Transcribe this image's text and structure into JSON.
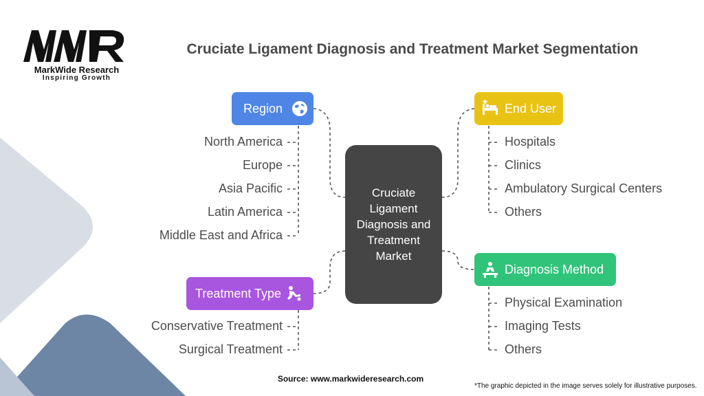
{
  "logo": {
    "mark": "MWR",
    "name": "MarkWide Research",
    "tagline": "Inspiring Growth"
  },
  "title": "Cruciate Ligament Diagnosis and Treatment Market Segmentation",
  "center": {
    "label": "Cruciate Ligament Diagnosis and Treatment Market"
  },
  "segments": {
    "region": {
      "label": "Region",
      "icon": "globe-icon",
      "color": "#4f86e6",
      "items": [
        "North America",
        "Europe",
        "Asia Pacific",
        "Latin America",
        "Middle East and Africa"
      ]
    },
    "end_user": {
      "label": "End User",
      "icon": "hospital-bed-icon",
      "color": "#e8c313",
      "items": [
        "Hospitals",
        "Clinics",
        "Ambulatory Surgical Centers",
        "Others"
      ]
    },
    "treatment_type": {
      "label": "Treatment Type",
      "icon": "injury-icon",
      "color": "#a855e0",
      "items": [
        "Conservative Treatment",
        "Surgical Treatment"
      ]
    },
    "diagnosis_method": {
      "label": "Diagnosis Method",
      "icon": "examination-icon",
      "color": "#30c47a",
      "items": [
        "Physical Examination",
        "Imaging Tests",
        "Others"
      ]
    }
  },
  "source": "Source: www.markwideresearch.com",
  "disclaimer": "*The graphic depicted in the image serves solely for illustrative purposes."
}
